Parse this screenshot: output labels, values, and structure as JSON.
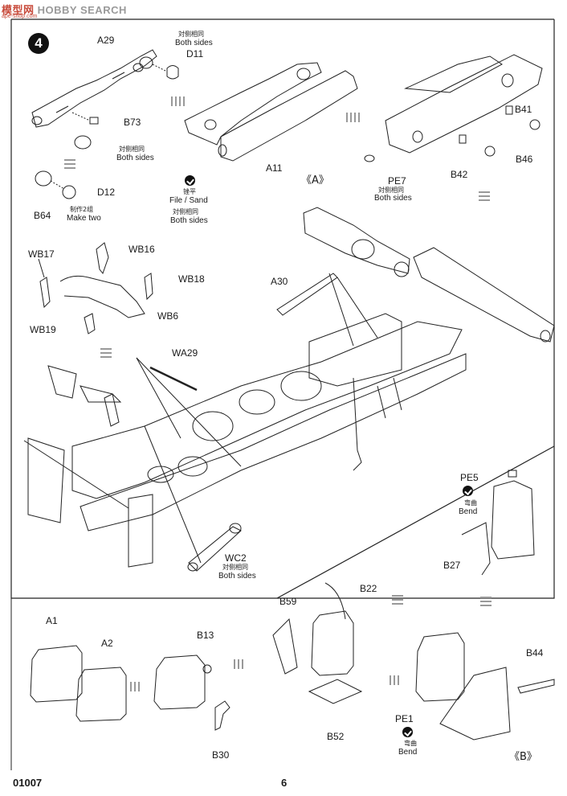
{
  "watermark": {
    "brand_cn": "模型网",
    "brand_en": "HOBBY SEARCH",
    "url": "ape-shop.com"
  },
  "step": {
    "number": "4"
  },
  "labels": {
    "A29": "A29",
    "D11": "D11",
    "B73": "B73",
    "D12": "D12",
    "B64": "B64",
    "A11": "A11",
    "PE7": "PE7",
    "B41": "B41",
    "B42": "B42",
    "B46": "B46",
    "A": "《A》",
    "WB17": "WB17",
    "WB16": "WB16",
    "WB18": "WB18",
    "WB19": "WB19",
    "WB6": "WB6",
    "A30": "A30",
    "WA29": "WA29",
    "WC2": "WC2",
    "PE5": "PE5",
    "B27": "B27",
    "A1": "A1",
    "A2": "A2",
    "B13": "B13",
    "B30": "B30",
    "B59": "B59",
    "B22": "B22",
    "B52": "B52",
    "B44": "B44",
    "PE1": "PE1",
    "B": "《B》"
  },
  "notes": {
    "both_sides_cn": "対侧相同",
    "both_sides_en": "Both sides",
    "file_sand_cn": "锉平",
    "file_sand_en": "File / Sand",
    "make_two_cn": "制作2组",
    "make_two_en": "Make two",
    "bend_cn": "弯曲",
    "bend_en": "Bend"
  },
  "footer": {
    "code": "01007",
    "page": "6"
  }
}
